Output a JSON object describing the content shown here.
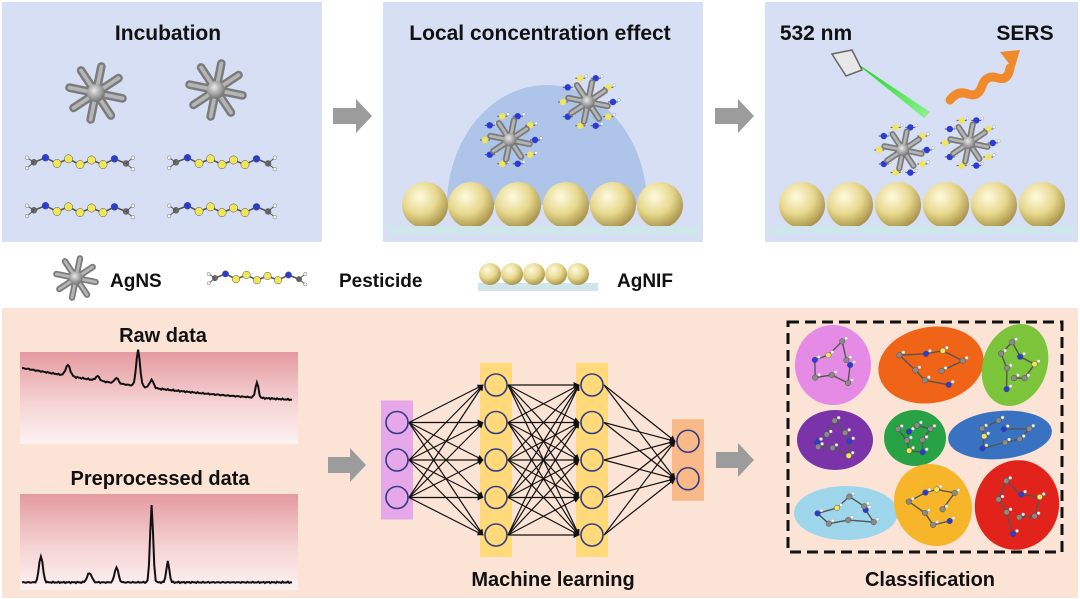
{
  "top": {
    "panels": [
      {
        "title": "Incubation"
      },
      {
        "title": "Local concentration effect"
      },
      {
        "title": "",
        "laser_label": "532 nm",
        "signal_label": "SERS"
      }
    ],
    "legend": {
      "agns": "AgNS",
      "pesticide": "Pesticide",
      "agnif": "AgNIF"
    }
  },
  "bottom": {
    "raw_title": "Raw data",
    "pre_title": "Preprocessed data",
    "ml_label": "Machine learning",
    "classification_label": "Classification",
    "network_layers": [
      3,
      5,
      5,
      2
    ],
    "cluster_colors": [
      "#e58be6",
      "#f06418",
      "#7cc43a",
      "#7a33a8",
      "#27a244",
      "#3a72c2",
      "#9ed6ec",
      "#f7b62a",
      "#e2231c"
    ]
  },
  "colors": {
    "panel_blue": "#d6dff3",
    "panel_peach": "#fbe4d6",
    "arrow_gray": "#9c9c9c",
    "sphere": "#e6d78c",
    "network_violet": "#e6a8e8",
    "network_yellow": "#ffd97a",
    "network_orange": "#f9b989"
  }
}
